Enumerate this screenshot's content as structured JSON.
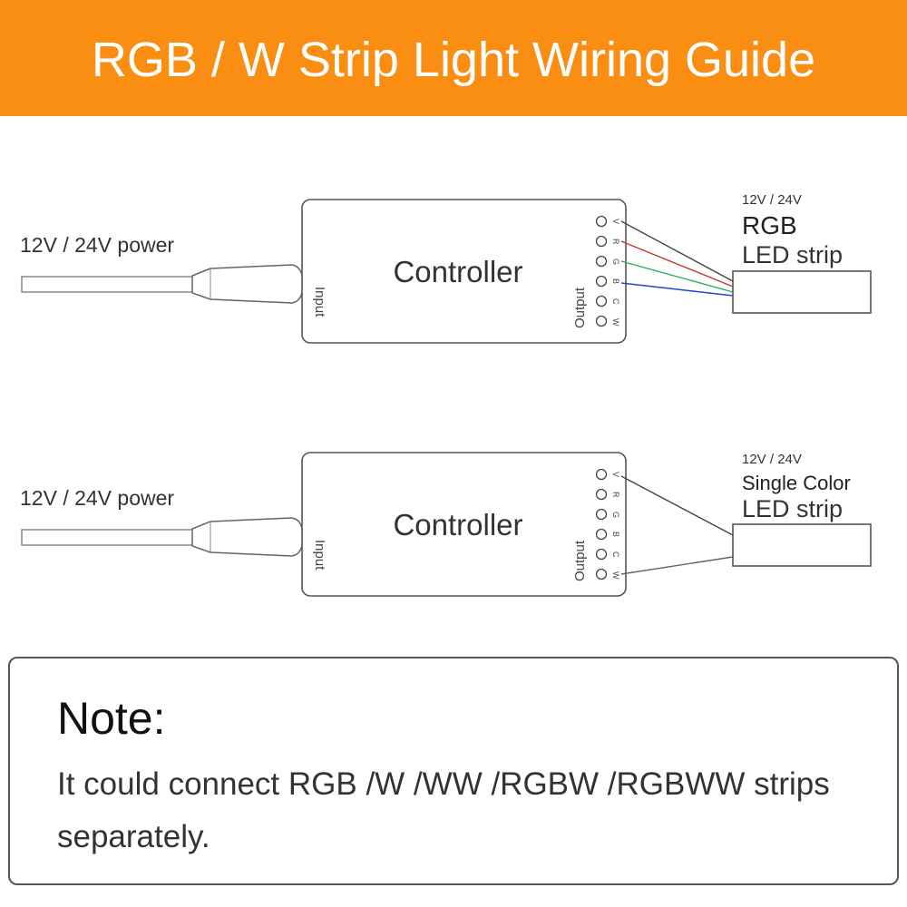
{
  "header": {
    "title": "RGB / W Strip Light Wiring Guide",
    "color": "#f98e13"
  },
  "diagrams": [
    {
      "power_label": "12V / 24V power",
      "controller_label": "Controller",
      "input_label": "Input",
      "output_label": "Output",
      "pins": [
        "V",
        "R",
        "G",
        "B",
        "C",
        "W"
      ],
      "strip": {
        "voltage": "12V / 24V",
        "type": "RGB",
        "name": "LED strip"
      },
      "wires": [
        {
          "pin": "V",
          "color": "#444444"
        },
        {
          "pin": "R",
          "color": "#c0392b"
        },
        {
          "pin": "G",
          "color": "#27ae60"
        },
        {
          "pin": "B",
          "color": "#2c3fd0"
        }
      ]
    },
    {
      "power_label": "12V / 24V power",
      "controller_label": "Controller",
      "input_label": "Input",
      "output_label": "Output",
      "pins": [
        "V",
        "R",
        "G",
        "B",
        "C",
        "W"
      ],
      "strip": {
        "voltage": "12V / 24V",
        "type": "Single Color",
        "name": "LED strip"
      },
      "wires": [
        {
          "pin": "V",
          "color": "#444444"
        },
        {
          "pin": "W",
          "color": "#666666"
        }
      ]
    }
  ],
  "note": {
    "title": "Note:",
    "body": "It could connect RGB /W /WW /RGBW /RGBWW strips separately."
  }
}
